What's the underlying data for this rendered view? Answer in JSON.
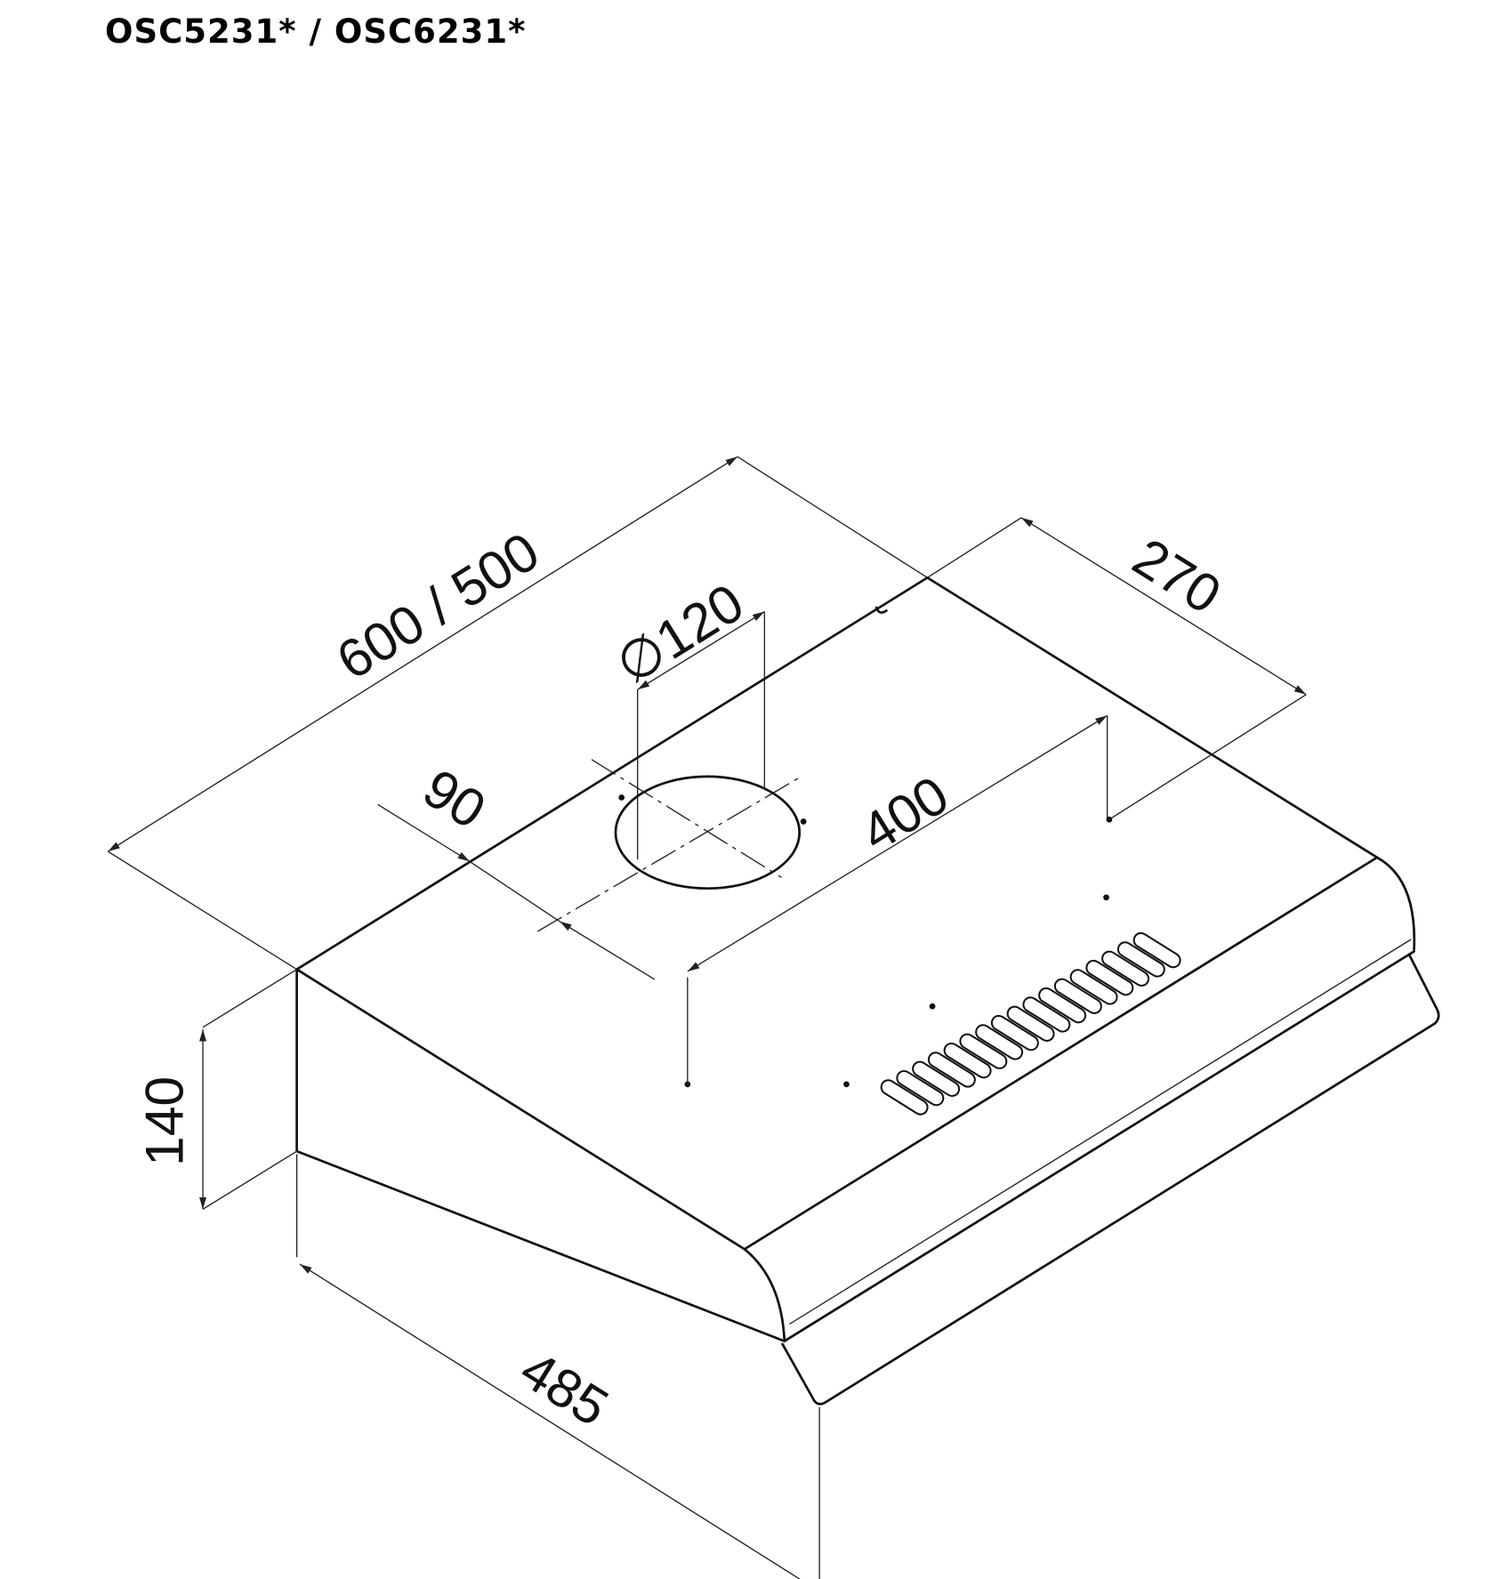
{
  "title": "OSC5231* / OSC6231*",
  "dimensions": {
    "width": "600 / 500",
    "depth_top": "270",
    "duct_diameter": "∅120",
    "duct_offset": "90",
    "mount_spacing": "400",
    "height": "140",
    "depth": "485"
  },
  "colors": {
    "line": "#111111",
    "background": "#ffffff"
  }
}
